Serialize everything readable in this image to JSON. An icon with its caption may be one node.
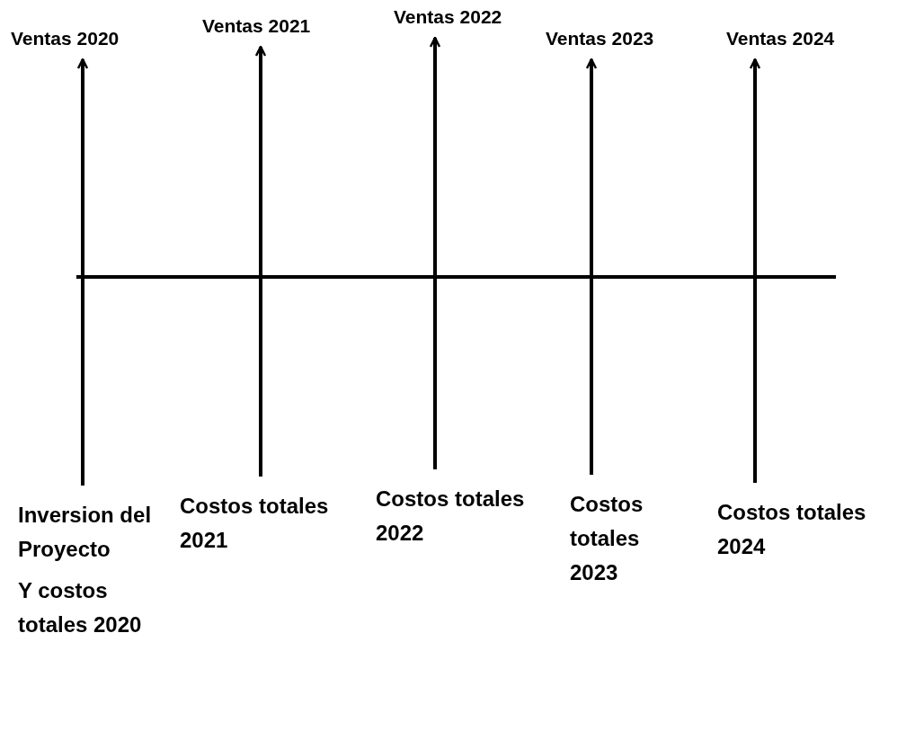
{
  "diagram": {
    "nodes": [
      {
        "text": [
          "Ventas 2020"
        ]
      },
      {
        "text": [
          "Ventas 2021"
        ]
      },
      {
        "text": [
          "Ventas 2022"
        ]
      },
      {
        "text": [
          "Ventas 2023"
        ]
      },
      {
        "text": [
          "Ventas 2024"
        ]
      },
      {
        "text": [
          "Inversion del Proyecto",
          "Y costos totales 2020"
        ]
      },
      {
        "text": [
          "Costos totales 2021"
        ]
      },
      {
        "text": [
          "Costos totales 2022"
        ]
      },
      {
        "text": [
          "Costos totales 2023"
        ]
      },
      {
        "text": [
          "Costos totales 2024"
        ]
      }
    ],
    "edges": [
      {
        "from": 5,
        "to": 0,
        "arrow": "to"
      },
      {
        "from": 6,
        "to": 1,
        "arrow": "to"
      },
      {
        "from": 7,
        "to": 2,
        "arrow": "to"
      },
      {
        "from": 8,
        "to": 3,
        "arrow": "to"
      },
      {
        "from": 9,
        "to": 4,
        "arrow": "to"
      }
    ]
  }
}
